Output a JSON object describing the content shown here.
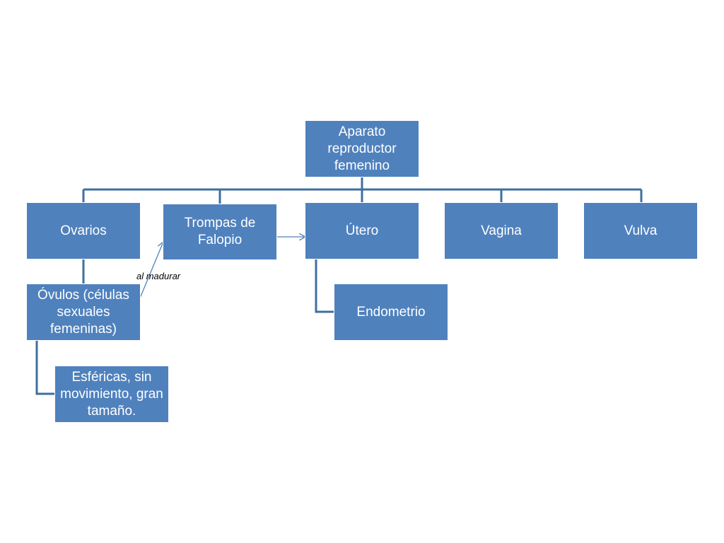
{
  "colors": {
    "node_fill": "#4f81bd",
    "node_text": "#ffffff",
    "connector": "#3f6f9f",
    "arrow": "#4f81bd"
  },
  "root": {
    "label": "Aparato reproductor femenino"
  },
  "organs": [
    {
      "label": "Ovarios"
    },
    {
      "label": "Trompas de Falopio"
    },
    {
      "label": "Útero"
    },
    {
      "label": "Vagina"
    },
    {
      "label": "Vulva"
    }
  ],
  "ovarios_child": {
    "label": "Óvulos (células sexuales femeninas)"
  },
  "ovulos_child": {
    "label": "Esféricas, sin movimiento, gran tamaño."
  },
  "utero_child": {
    "label": "Endometrio"
  },
  "edges": {
    "al_madurar": "al madurar"
  }
}
